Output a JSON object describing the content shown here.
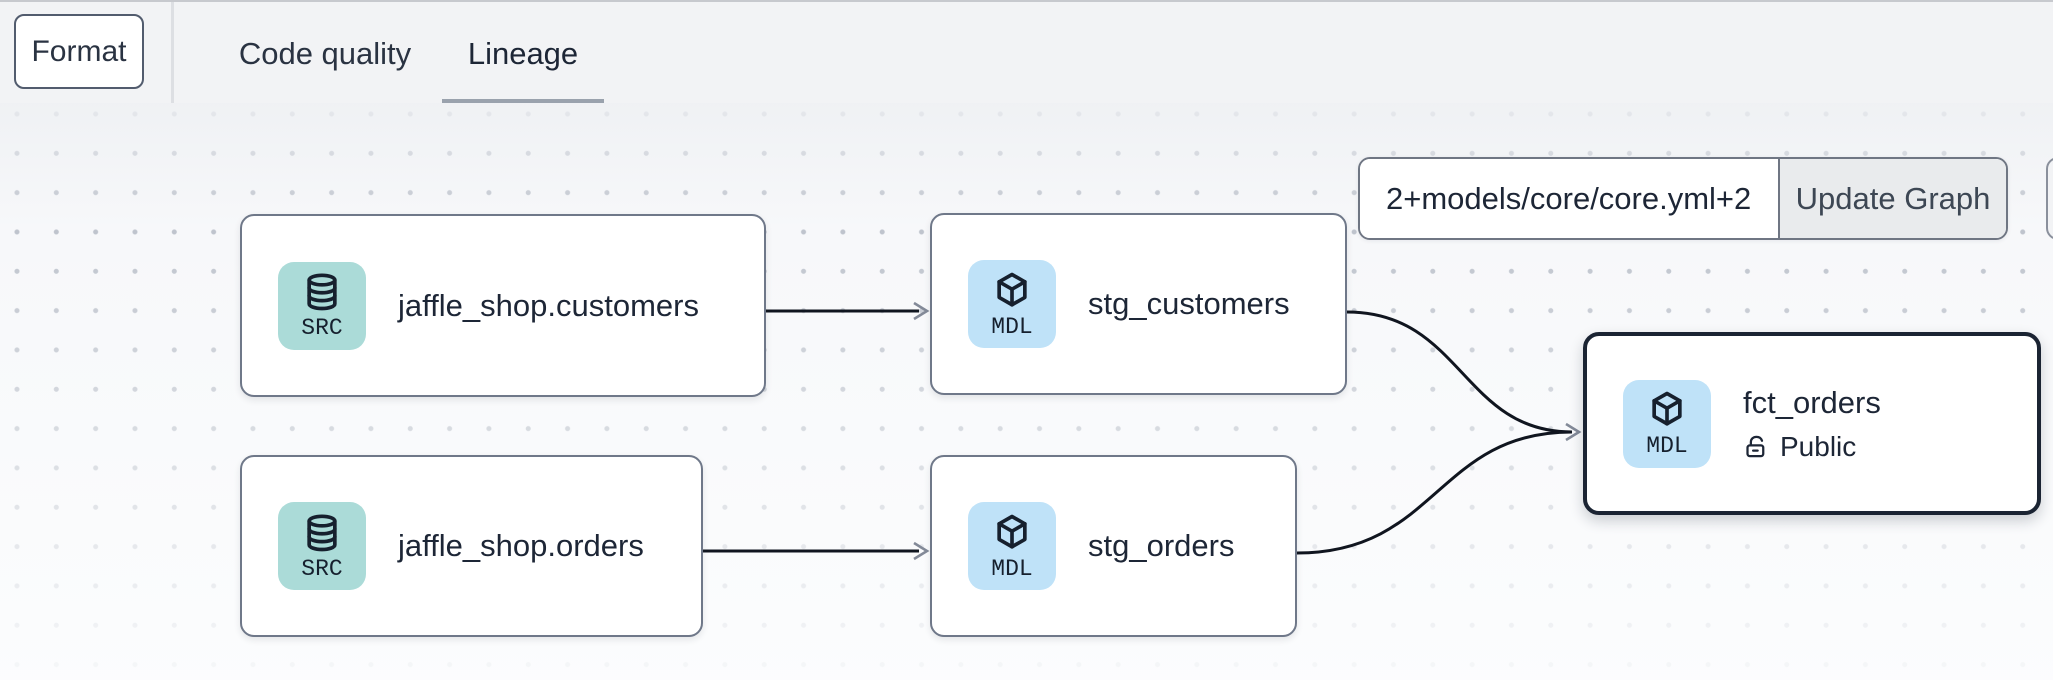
{
  "toolbar": {
    "format_label": "Format",
    "tabs": [
      {
        "label": "Code quality",
        "active": false
      },
      {
        "label": "Lineage",
        "active": true
      }
    ]
  },
  "lineage_controls": {
    "selector_value": "2+models/core/core.yml+2",
    "update_button_label": "Update Graph"
  },
  "graph": {
    "nodes": [
      {
        "title": "jaffle_shop.customers",
        "badge": "SRC",
        "icon": "database-icon",
        "selected": false
      },
      {
        "title": "stg_customers",
        "badge": "MDL",
        "icon": "cube-icon",
        "selected": false
      },
      {
        "title": "jaffle_shop.orders",
        "badge": "SRC",
        "icon": "database-icon",
        "selected": false
      },
      {
        "title": "stg_orders",
        "badge": "MDL",
        "icon": "cube-icon",
        "selected": false
      },
      {
        "title": "fct_orders",
        "badge": "MDL",
        "icon": "cube-icon",
        "access": "Public",
        "selected": true
      }
    ],
    "edges": [
      {
        "from": "jaffle_shop.customers",
        "to": "stg_customers"
      },
      {
        "from": "jaffle_shop.orders",
        "to": "stg_orders"
      },
      {
        "from": "stg_customers",
        "to": "fct_orders"
      },
      {
        "from": "stg_orders",
        "to": "fct_orders"
      }
    ]
  },
  "colors": {
    "topbar-bg": "#f2f3f5",
    "canvas-bg": "#f7f8fa",
    "dot": "#bfc4cd",
    "node-border": "#6f7889",
    "selected-border": "#1b2433",
    "src-badge-bg": "#abdbd8",
    "mdl-badge-bg": "#bfe2f8",
    "edge": "#10151f",
    "text": "#1d2636",
    "underline": "#9aa2ad"
  }
}
